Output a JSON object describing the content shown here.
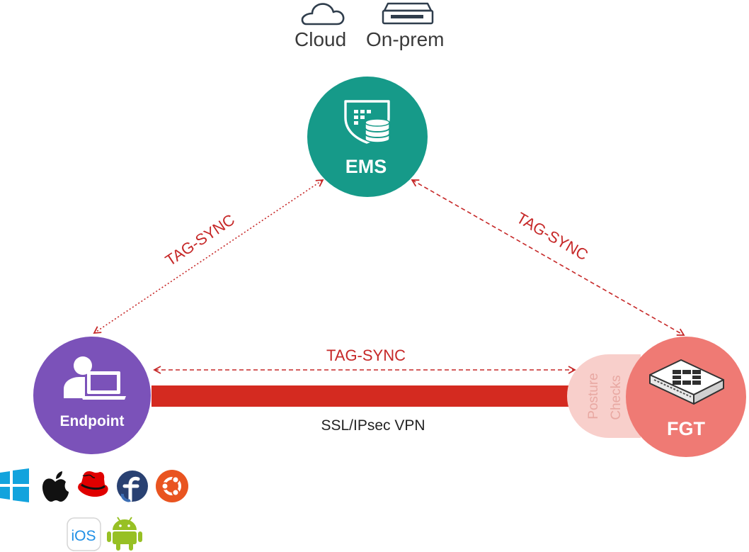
{
  "deployment": {
    "cloud_label": "Cloud",
    "onprem_label": "On-prem",
    "cloud_icon": "cloud-icon",
    "onprem_icon": "server-appliance-icon"
  },
  "nodes": {
    "ems": {
      "label": "EMS",
      "color": "#169a89",
      "icon": "shield-database-icon"
    },
    "endpoint": {
      "label": "Endpoint",
      "color": "#7b52b9",
      "icon": "user-laptop-icon"
    },
    "fgt": {
      "label": "FGT",
      "color": "#ef7a74",
      "icon": "firewall-appliance-icon"
    }
  },
  "posture": {
    "line1": "Posture",
    "line2": "Checks",
    "color": "#f8cfcb"
  },
  "links": {
    "endpoint_ems": {
      "label": "TAG-SYNC",
      "style": "dotted",
      "color": "#c62828"
    },
    "ems_fgt": {
      "label": "TAG-SYNC",
      "style": "dashed",
      "color": "#c62828"
    },
    "endpoint_fgt": {
      "label": "TAG-SYNC",
      "style": "dashed",
      "color": "#c62828"
    }
  },
  "tunnel": {
    "label": "SSL/IPsec VPN",
    "color": "#d42a20"
  },
  "platforms": {
    "desktop": [
      "windows-icon",
      "apple-icon",
      "redhat-icon",
      "fedora-icon",
      "ubuntu-icon"
    ],
    "mobile": [
      "ios-icon",
      "android-icon"
    ],
    "ios_text": "iOS"
  }
}
